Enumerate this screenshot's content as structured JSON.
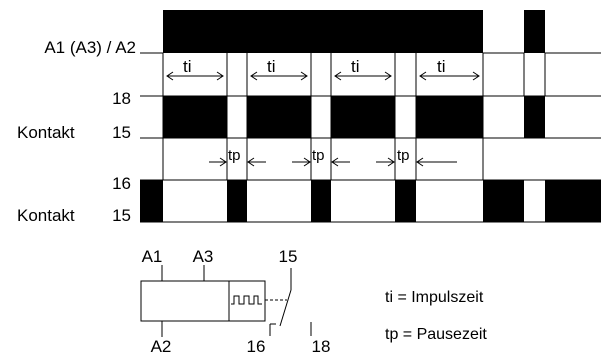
{
  "labels": {
    "supply": "A1 (A3) / A2",
    "terminal_18": "18",
    "contact_nc_label": "Kontakt",
    "terminal_15_a": "15",
    "terminal_16": "16",
    "contact_no_label": "Kontakt",
    "terminal_15_b": "15"
  },
  "timing": {
    "ti_labels": [
      "ti",
      "ti",
      "ti",
      "ti"
    ],
    "tp_labels": [
      "tp",
      "tp",
      "tp"
    ]
  },
  "schematic": {
    "a1": "A1",
    "a3": "A3",
    "a2": "A2",
    "t15": "15",
    "t16": "16",
    "t18": "18"
  },
  "legend": {
    "ti": "ti = Impulszeit",
    "tp": "tp = Pausezeit"
  }
}
